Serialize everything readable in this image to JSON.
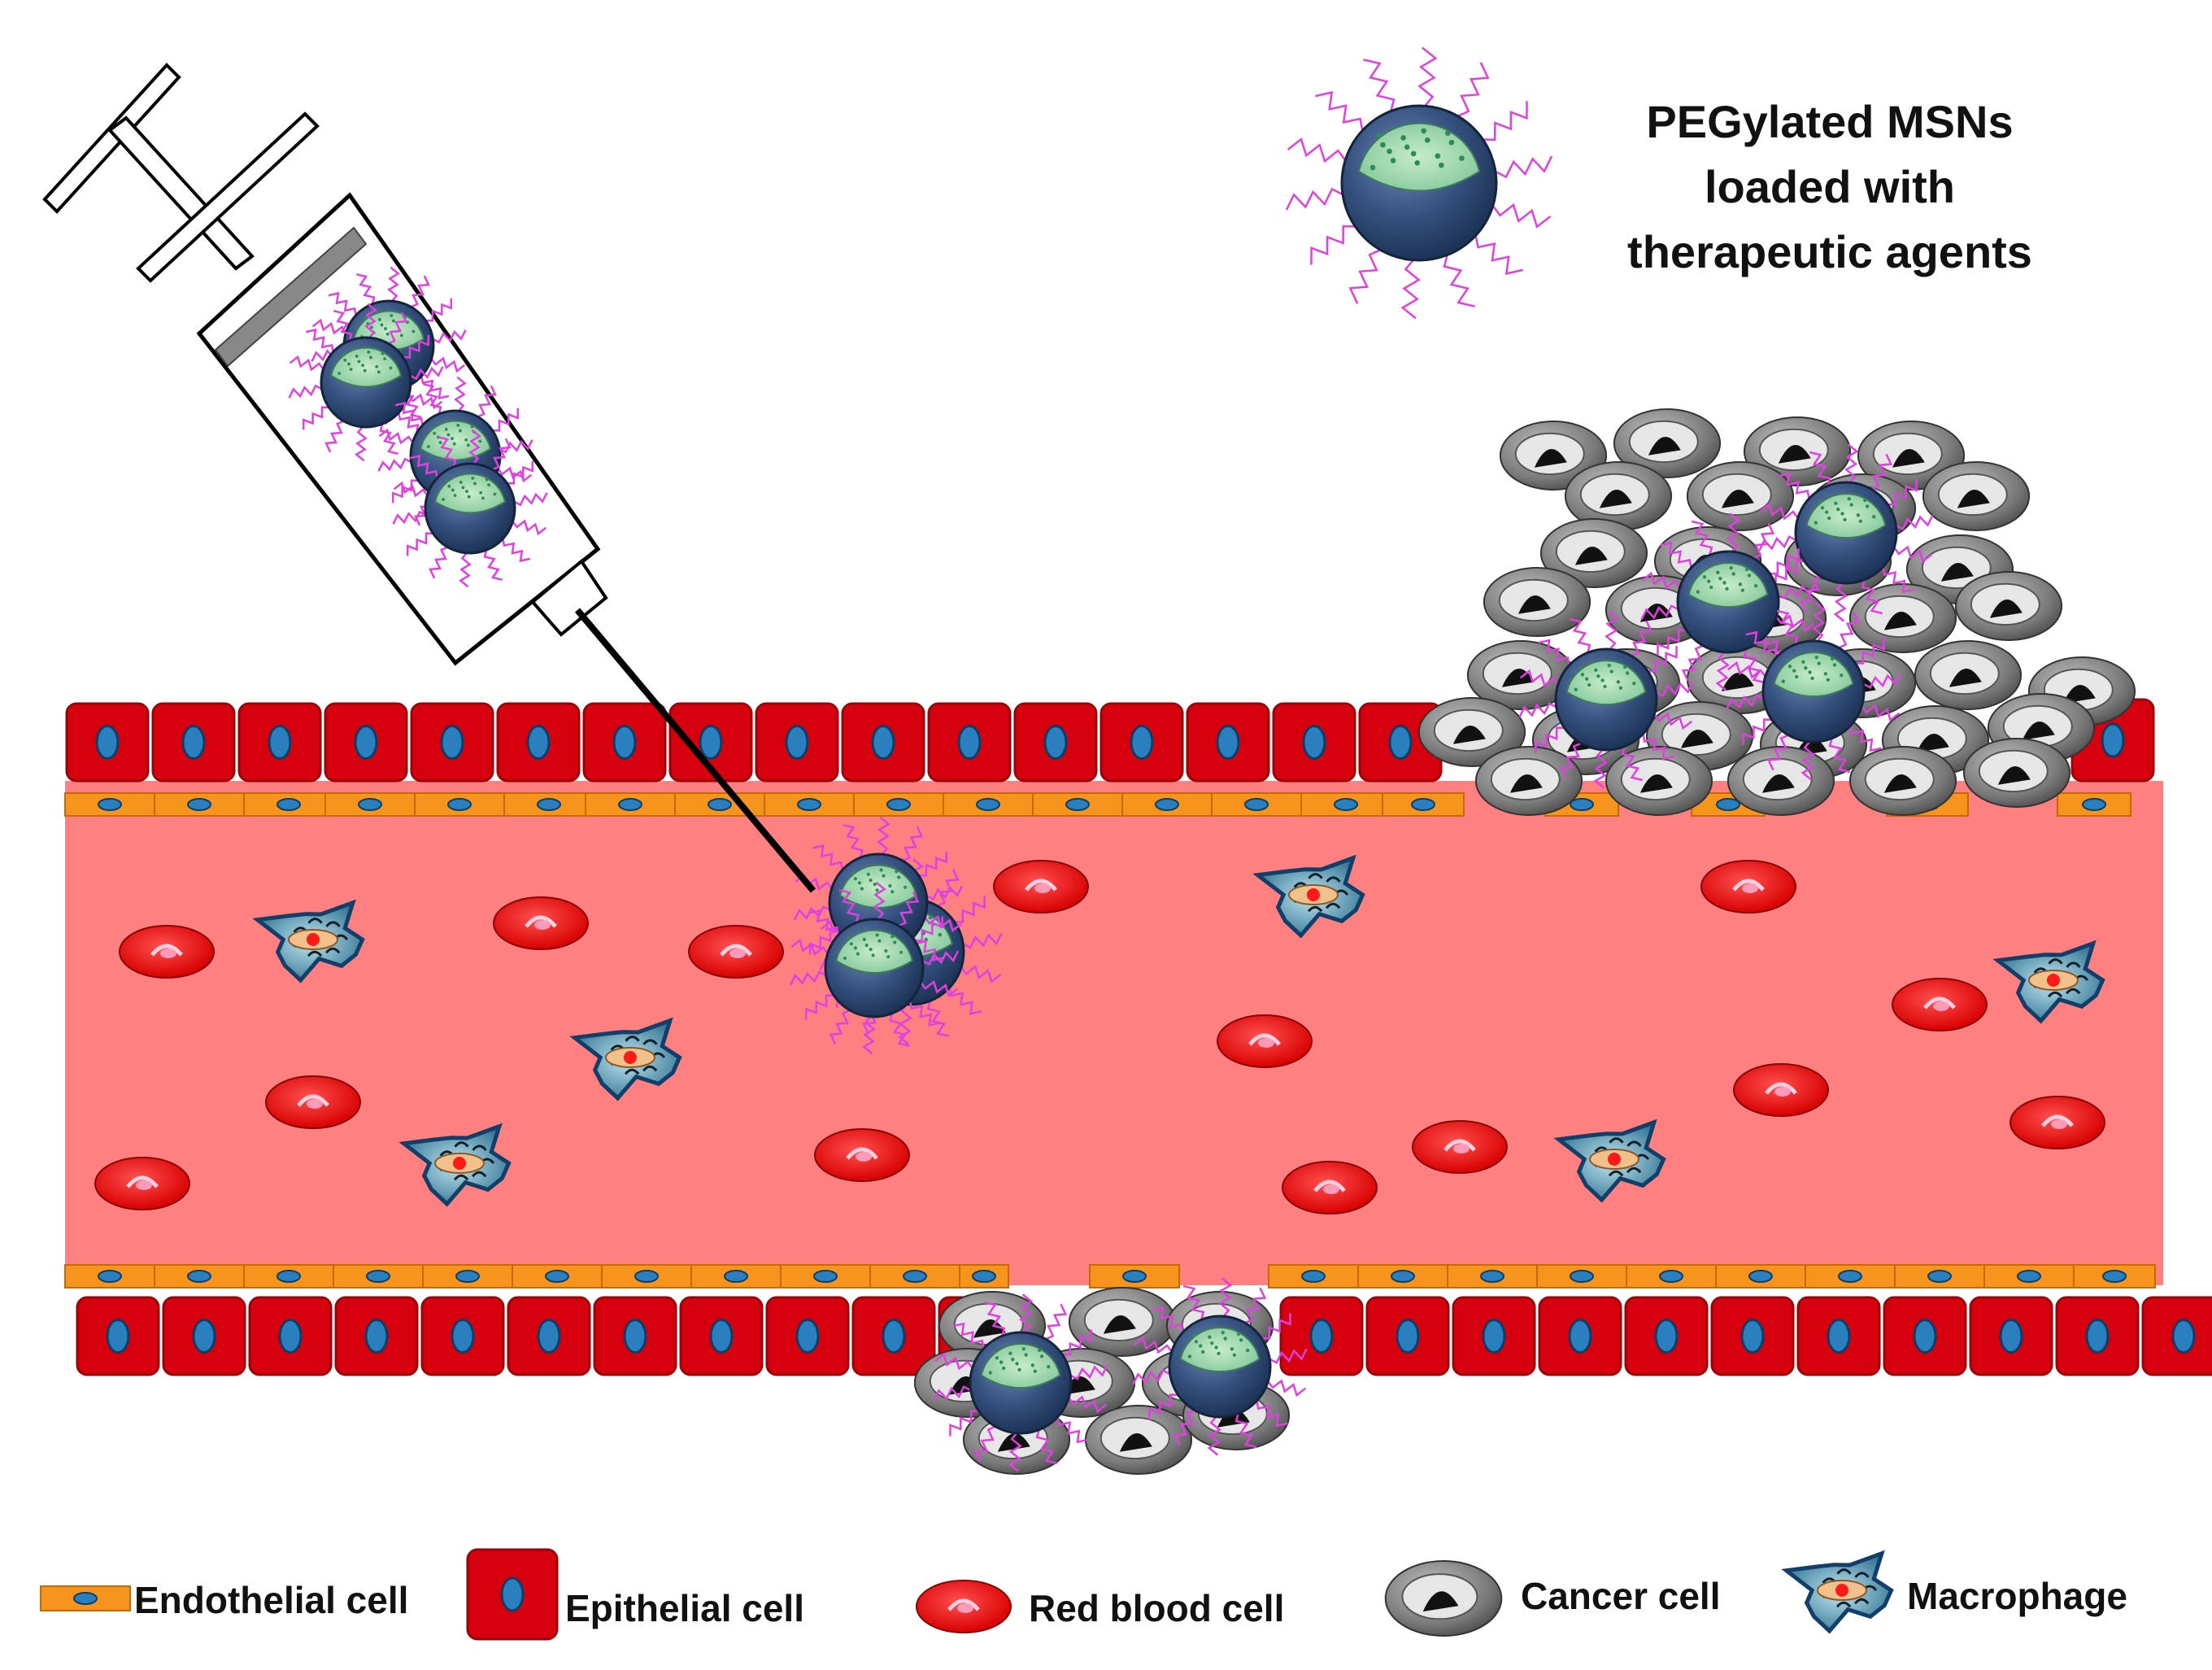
{
  "title": {
    "line1": "PEGylated MSNs",
    "line2": "loaded with",
    "line3": "therapeutic agents"
  },
  "legend": {
    "endothelial": "Endothelial  cell",
    "epithelial": "Epithelial cell",
    "red_blood": "Red blood cell",
    "cancer": "Cancer cell",
    "macrophage": "Macrophage"
  },
  "colors": {
    "vessel_lumen": "#ff8080",
    "epithelial": "#d6000f",
    "endothelial": "#f7941d",
    "nucleus": "#2a7fbf",
    "red_blood": "#ff0000",
    "cancer": "#7a7a7a",
    "msn_shell": "#2f4d7a",
    "msn_core": "#9fd8a8",
    "peg": "#e040e0",
    "macrophage": "#1d6fa5"
  },
  "icons": {
    "syringe": "syringe-icon",
    "nanoparticle": "msn-nanoparticle-icon",
    "endothelial": "endothelial-cell-icon",
    "epithelial": "epithelial-cell-icon",
    "red_blood": "red-blood-cell-icon",
    "cancer": "cancer-cell-icon",
    "macrophage": "macrophage-icon"
  }
}
